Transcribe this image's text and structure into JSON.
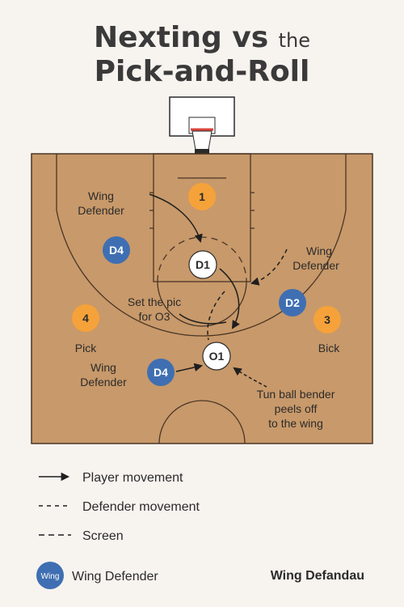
{
  "title": {
    "line1": "Nexting vs",
    "line1_small": "the",
    "line2": "Pick-and-Roll"
  },
  "players": {
    "o1_offense": "1",
    "o4_offense": "4",
    "o3_offense": "3",
    "d1": "D1",
    "d2": "D2",
    "d4_top": "D4",
    "d4_bottom": "D4",
    "o1_ball": "O1"
  },
  "labels": {
    "wing_defender_top_a": "Wing",
    "wing_defender_top_b": "Defender",
    "wing_defender_right_a": "Wing",
    "wing_defender_right_b": "Defender",
    "set_pic_a": "Set the pic",
    "set_pic_b": "for O3",
    "pick": "Pick",
    "bick": "Bick",
    "wing_defender_bottom_a": "Wing",
    "wing_defender_bottom_b": "Defender",
    "tun_a": "Tun ball bender",
    "tun_b": "peels off",
    "tun_c": "to the wing"
  },
  "legend": {
    "player_movement": "Player movement",
    "defender_movement": "Defender movement",
    "screen": "Screen",
    "badge_text": "Wing",
    "badge_label": "Wing Defender",
    "right_label": "Wing Defandau"
  },
  "colors": {
    "court": "#c8996a",
    "offense": "#f5a23a",
    "defense": "#3f6fb2",
    "ball_handler": "#ffffff",
    "rim": "#d9443b"
  }
}
